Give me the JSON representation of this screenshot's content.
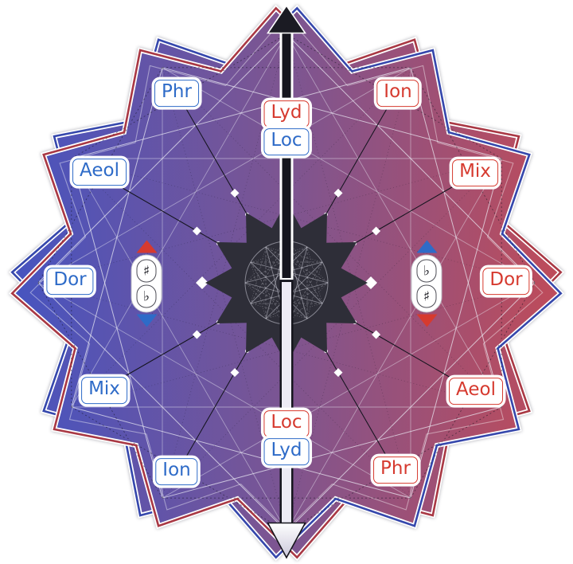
{
  "palette": {
    "red": "#d63a2f",
    "blue": "#2e6bc8",
    "star_stroke_red": "#a93844",
    "star_stroke_blue": "#3547ac",
    "gradient_left": "#4454c2",
    "gradient_mid": "#7d5591",
    "gradient_right": "#c24b57",
    "center_star": "#2e2e38",
    "axis_black": "#16161e",
    "axis_white": "#edebf5"
  },
  "modes": {
    "upper_left": "Phr",
    "upper_right": "Ion",
    "axis_top_outer": "Lyd",
    "axis_top_inner": "Loc",
    "left_upper": "Aeol",
    "right_upper": "Mix",
    "left": "Dor",
    "right": "Dor",
    "left_lower": "Mix",
    "right_lower": "Aeol",
    "lower_left": "Ion",
    "lower_right": "Phr",
    "axis_bottom_inner": "Loc",
    "axis_bottom_outer": "Lyd"
  },
  "badges": {
    "left": {
      "top_accidental": "♯",
      "bottom_accidental": "♭"
    },
    "right": {
      "top_accidental": "♭",
      "bottom_accidental": "♯"
    }
  }
}
